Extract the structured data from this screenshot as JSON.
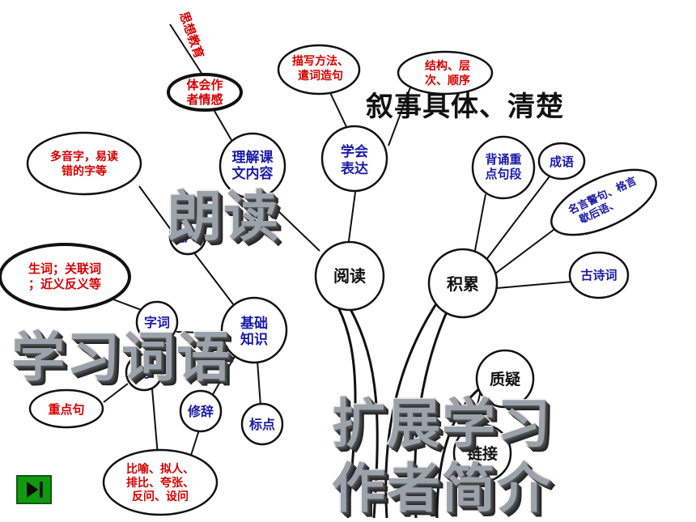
{
  "heading": "叙事具体、清楚",
  "overlay_words": {
    "langdu": "朗读",
    "xuexi_ciyu": "学习词语",
    "kuozhan": "扩展学习",
    "zuozhe": "作者简介"
  },
  "nodes": {
    "sixiang": "思想教育",
    "tihui": [
      "体会作",
      "者情感"
    ],
    "miaoxie": [
      "描写方法、",
      "遣词造句"
    ],
    "jiegou": [
      "结构、层",
      "次、顺序"
    ],
    "lijie": [
      "理解课",
      "文内容"
    ],
    "xuehui": [
      "学会",
      "表达"
    ],
    "duoyin": [
      "多音字，易读",
      "错的字等"
    ],
    "beisong": [
      "背诵重",
      "点句段"
    ],
    "chengyu": "成语",
    "mingyan": [
      "名言警句、格言",
      "歇后语、"
    ],
    "fanjiu": "扩",
    "yuedu": "阅读",
    "jilei": "积累",
    "gushi": "古诗词",
    "shengci": [
      "生词；关联词",
      "；近义反义等"
    ],
    "zici": "字词",
    "jichu": [
      "基础",
      "知识"
    ],
    "ju": "句",
    "zhidian": "重点句",
    "xiuci": "修辞",
    "biaodian": "标点",
    "zhiyi": "质疑",
    "lianjie": "链接",
    "biyu": [
      "比喻、拟人、",
      "排比、夸张、",
      "反问、设问"
    ]
  },
  "colors": {
    "node_blue": "#1a1aa8",
    "node_red": "#d40000",
    "line_black": "#111111",
    "play_green": "#119911"
  },
  "controls": {
    "play_icon": "play-next-icon"
  }
}
